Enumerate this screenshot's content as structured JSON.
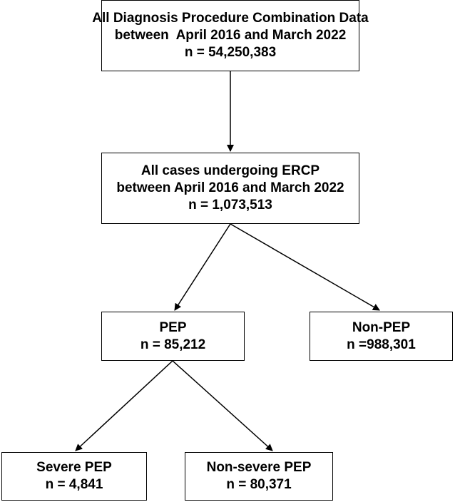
{
  "flowchart": {
    "all_dpc": {
      "line1": "All Diagnosis Procedure Combination Data",
      "line2": "between  April 2016 and March 2022",
      "line3": "n = 54,250,383"
    },
    "ercp": {
      "line1": "All cases undergoing ERCP",
      "line2": "between April 2016 and March 2022",
      "line3": "n = 1,073,513"
    },
    "pep": {
      "line1": "PEP",
      "line2": "n = 85,212"
    },
    "non_pep": {
      "line1": "Non-PEP",
      "line2": "n =988,301"
    },
    "severe_pep": {
      "line1": "Severe PEP",
      "line2": "n = 4,841"
    },
    "non_severe_pep": {
      "line1": "Non-severe PEP",
      "line2": "n = 80,371"
    }
  },
  "colors": {
    "stroke": "#000000",
    "background": "#ffffff",
    "text": "#000000"
  }
}
